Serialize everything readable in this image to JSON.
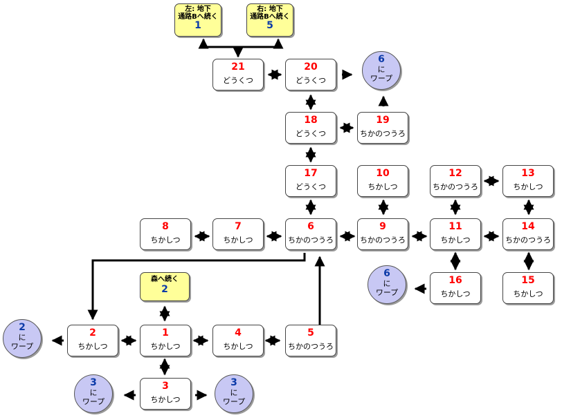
{
  "rooms": {
    "r1": {
      "num": "1",
      "name": "ちかしつ"
    },
    "r2": {
      "num": "2",
      "name": "ちかしつ"
    },
    "r3": {
      "num": "3",
      "name": "ちかしつ"
    },
    "r4": {
      "num": "4",
      "name": "ちかしつ"
    },
    "r5": {
      "num": "5",
      "name": "ちかのつうろ"
    },
    "r6": {
      "num": "6",
      "name": "ちかのつうろ"
    },
    "r7": {
      "num": "7",
      "name": "ちかしつ"
    },
    "r8": {
      "num": "8",
      "name": "ちかしつ"
    },
    "r9": {
      "num": "9",
      "name": "ちかのつうろ"
    },
    "r10": {
      "num": "10",
      "name": "ちかしつ"
    },
    "r11": {
      "num": "11",
      "name": "ちかしつ"
    },
    "r12": {
      "num": "12",
      "name": "ちかのつうろ"
    },
    "r13": {
      "num": "13",
      "name": "ちかしつ"
    },
    "r14": {
      "num": "14",
      "name": "ちかのつうろ"
    },
    "r15": {
      "num": "15",
      "name": "ちかしつ"
    },
    "r16": {
      "num": "16",
      "name": "ちかしつ"
    },
    "r17": {
      "num": "17",
      "name": "どうくつ"
    },
    "r18": {
      "num": "18",
      "name": "どうくつ"
    },
    "r19": {
      "num": "19",
      "name": "ちかのつうろ"
    },
    "r20": {
      "num": "20",
      "name": "どうくつ"
    },
    "r21": {
      "num": "21",
      "name": "どうくつ"
    }
  },
  "warps": {
    "w6top": {
      "num": "6",
      "line1": "に",
      "line2": "ワープ"
    },
    "w6mid": {
      "num": "6",
      "line1": "に",
      "line2": "ワープ"
    },
    "w2": {
      "num": "2",
      "line1": "に",
      "line2": "ワープ"
    },
    "w3left": {
      "num": "3",
      "line1": "に",
      "line2": "ワープ"
    },
    "w3right": {
      "num": "3",
      "line1": "に",
      "line2": "ワープ"
    }
  },
  "exits": {
    "left": {
      "line1": "左: 地下",
      "line2": "通路Bへ続く",
      "num": "1"
    },
    "right": {
      "line1": "右: 地下",
      "line2": "通路Bへ続く",
      "num": "5"
    },
    "forest": {
      "line1": "森へ続く",
      "num": "2"
    }
  },
  "colors": {
    "room_number": "#ff0000",
    "warp_number": "#0b3aa8",
    "warp_fill": "#c8c8f4",
    "exit_fill": "#ffff99"
  }
}
